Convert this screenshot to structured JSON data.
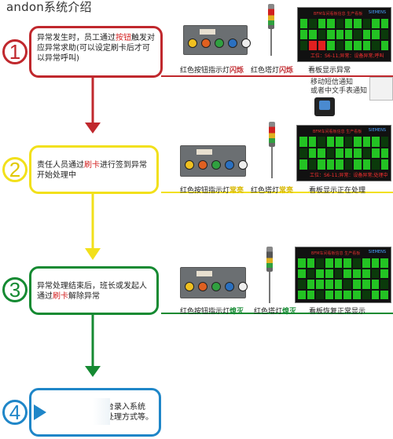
{
  "title": "andon系统介绍",
  "colors": {
    "step1": "#c0282d",
    "step2": "#f2e01b",
    "step3": "#158a32",
    "step4": "#1f86c8",
    "highlight": "#d32020"
  },
  "steps": [
    {
      "number": "1",
      "text_a": "异常发生时，员工通过",
      "hl": "按钮",
      "text_b": "触发对应异常求助(可以设定刷卡后才可以异常呼叫)"
    },
    {
      "number": "2",
      "text_a": "责任人员通过",
      "hl": "刷卡",
      "text_b": "进行签到异常开始处理中"
    },
    {
      "number": "3",
      "text_a": "异常处理结束后，班长或发起人通过",
      "hl": "刷卡",
      "text_b": "解除异常"
    },
    {
      "number": "4",
      "text_a": "台录入系统",
      "text_b": "处理方式等。"
    }
  ],
  "captions": {
    "s1_button": "红色按钮指示灯",
    "s1_button_state": "闪烁",
    "s1_tower": "红色塔灯",
    "s1_tower_state": "闪烁",
    "s1_board": "看板显示异常",
    "notify_1": "移动短信通知",
    "notify_2": "或者中文手表通知",
    "s2_button": "红色按钮指示灯",
    "s2_button_state": "常亮",
    "s2_tower": "红色塔灯",
    "s2_tower_state": "常亮",
    "s2_board": "看板显示正在处理",
    "s3_button": "红色按钮指示灯",
    "s3_button_state": "熄灭",
    "s3_tower": "红色塔灯",
    "s3_tower_state": "熄灭",
    "s3_board": "看板恢复正常显示"
  },
  "boards": {
    "title": "BFM车间看板信息      生产看板",
    "logo": "SIEMENS",
    "status_1": "工位：S6-11;异常：设备异常;呼叫",
    "status_2": "工位：S6-11;异常：设备异常;处理中"
  }
}
